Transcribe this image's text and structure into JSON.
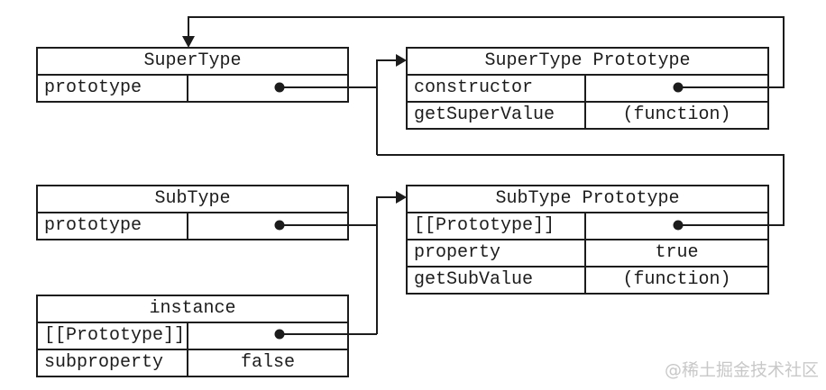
{
  "boxes": [
    {
      "title": "SuperType",
      "rows": [
        {
          "label": "prototype",
          "value": ""
        }
      ]
    },
    {
      "title": "SuperType Prototype",
      "rows": [
        {
          "label": "constructor",
          "value": ""
        },
        {
          "label": "getSuperValue",
          "value": "(function)"
        }
      ]
    },
    {
      "title": "SubType",
      "rows": [
        {
          "label": "prototype",
          "value": ""
        }
      ]
    },
    {
      "title": "SubType Prototype",
      "rows": [
        {
          "label": "[[Prototype]]",
          "value": ""
        },
        {
          "label": "property",
          "value": "true"
        },
        {
          "label": "getSubValue",
          "value": "(function)"
        }
      ]
    },
    {
      "title": "instance",
      "rows": [
        {
          "label": "[[Prototype]]",
          "value": ""
        },
        {
          "label": "subproperty",
          "value": "false"
        }
      ]
    }
  ],
  "watermark": {
    "text": "@稀土掘金技术社区"
  },
  "colors": {
    "line": "#1c1c1c",
    "background": "#ffffff",
    "watermark": "#c8c8c8"
  }
}
